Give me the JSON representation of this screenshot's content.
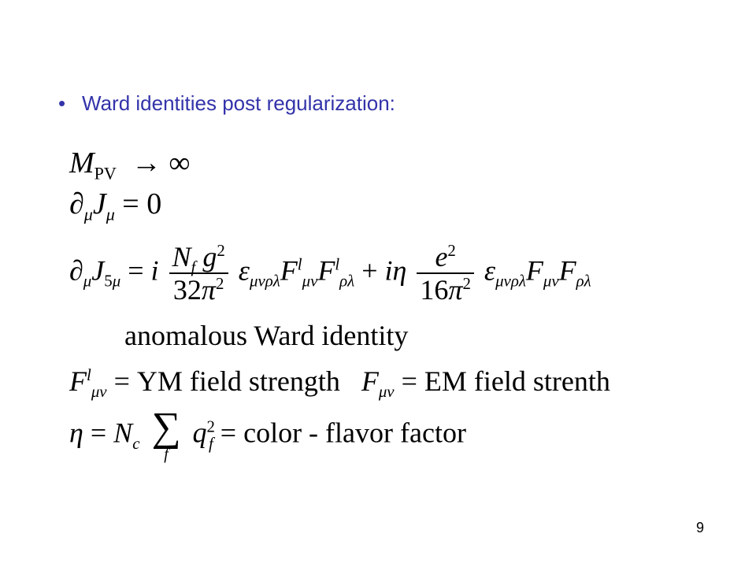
{
  "bullet": {
    "symbol": "•",
    "text": "Ward identities post regularization:"
  },
  "equations": {
    "limit": "M_PV → ∞",
    "current": "∂_μ J_μ = 0",
    "anomaly": "∂_μ J_5μ = i (N_f g²/32π²) ε_μνρλ F^l_μν F^l_ρλ + iη (e²/16π²) ε_μνρλ F_μν F_ρλ",
    "anomaly_label": "anomalous Ward identity",
    "ym_text": "= YM field strength",
    "em_text": "= EM field strenth",
    "eta_text": "= color - flavor factor"
  },
  "page_number": "9"
}
